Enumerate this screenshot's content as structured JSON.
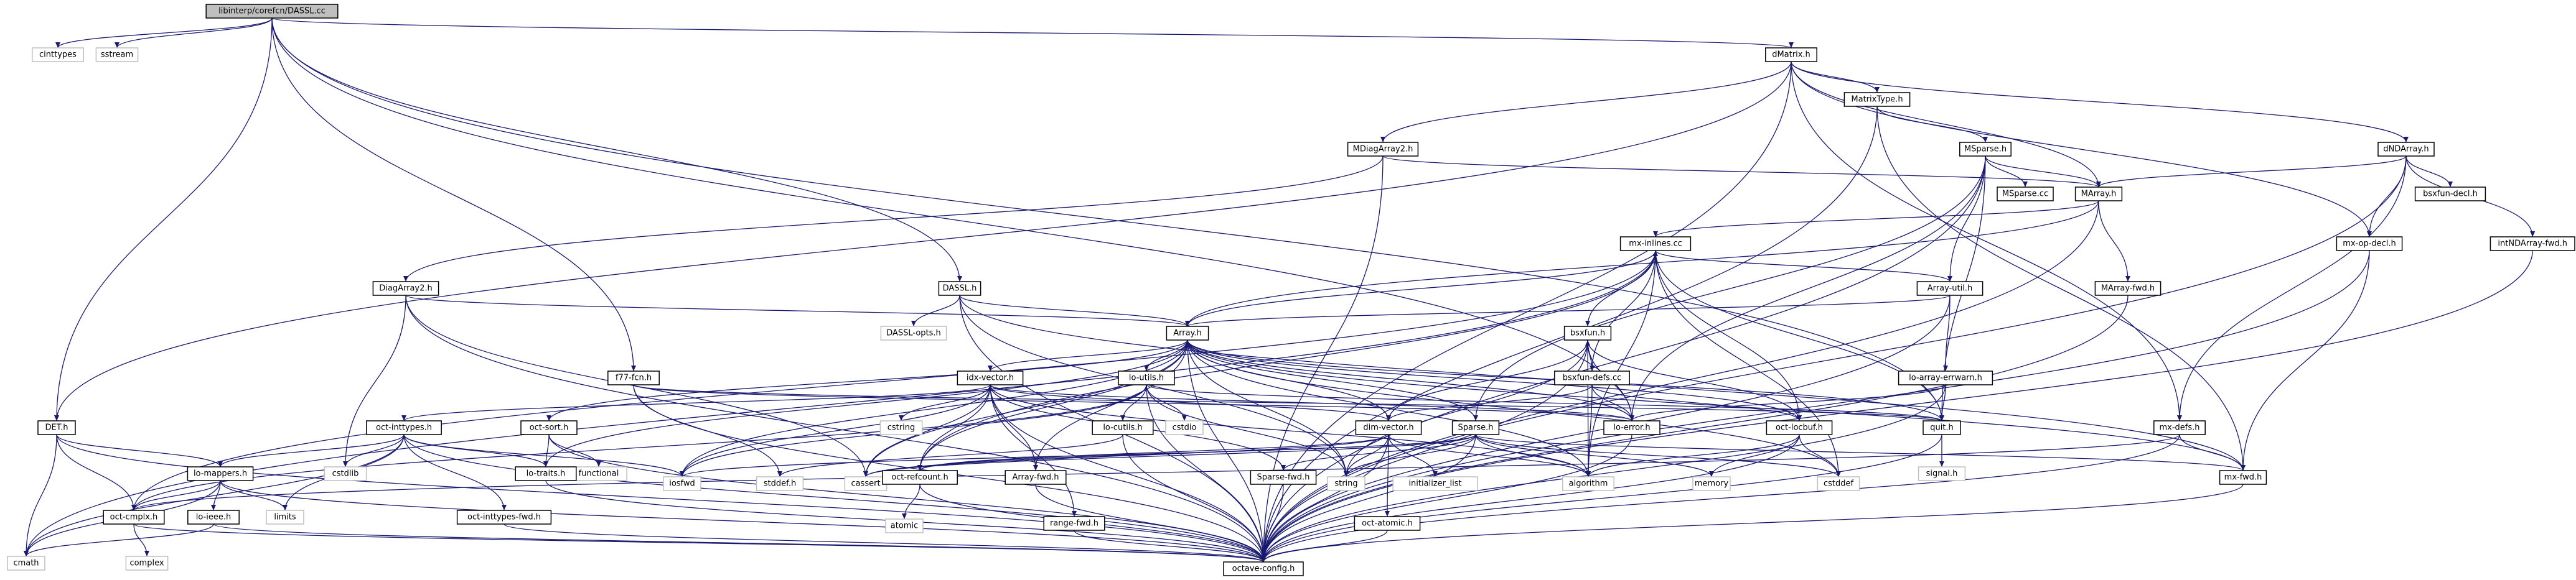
{
  "title": "libinterp/corefcn/DASSL.cc",
  "nodes": [
    {
      "id": "dassl_cc",
      "label": "libinterp/corefcn/DASSL.cc",
      "root": true
    },
    {
      "id": "cinttypes",
      "label": "cinttypes",
      "sys": true
    },
    {
      "id": "sstream",
      "label": "sstream",
      "sys": true
    },
    {
      "id": "dmatrix",
      "label": "dMatrix.h"
    },
    {
      "id": "matrixtype",
      "label": "MatrixType.h"
    },
    {
      "id": "mdiagarray2",
      "label": "MDiagArray2.h"
    },
    {
      "id": "msparse",
      "label": "MSparse.h"
    },
    {
      "id": "dndarray",
      "label": "dNDArray.h"
    },
    {
      "id": "msparse_cc",
      "label": "MSparse.cc"
    },
    {
      "id": "marray",
      "label": "MArray.h"
    },
    {
      "id": "bsxfun_decl",
      "label": "bsxfun-decl.h"
    },
    {
      "id": "mx_inlines",
      "label": "mx-inlines.cc"
    },
    {
      "id": "mx_op_decl",
      "label": "mx-op-decl.h"
    },
    {
      "id": "intndarray_fwd",
      "label": "intNDArray-fwd.h"
    },
    {
      "id": "diagarray2",
      "label": "DiagArray2.h"
    },
    {
      "id": "dassl_h",
      "label": "DASSL.h"
    },
    {
      "id": "array_util",
      "label": "Array-util.h"
    },
    {
      "id": "marray_fwd",
      "label": "MArray-fwd.h"
    },
    {
      "id": "dassl_opts",
      "label": "DASSL-opts.h",
      "sys": true
    },
    {
      "id": "array_h",
      "label": "Array.h"
    },
    {
      "id": "bsxfun",
      "label": "bsxfun.h"
    },
    {
      "id": "f77_fcn",
      "label": "f77-fcn.h"
    },
    {
      "id": "idx_vector",
      "label": "idx-vector.h"
    },
    {
      "id": "lo_utils",
      "label": "lo-utils.h"
    },
    {
      "id": "bsxfun_defs",
      "label": "bsxfun-defs.cc"
    },
    {
      "id": "lo_array_errwarn",
      "label": "lo-array-errwarn.h"
    },
    {
      "id": "det",
      "label": "DET.h"
    },
    {
      "id": "oct_inttypes",
      "label": "oct-inttypes.h"
    },
    {
      "id": "oct_sort",
      "label": "oct-sort.h"
    },
    {
      "id": "cstring",
      "label": "cstring",
      "sys": true
    },
    {
      "id": "lo_cutils",
      "label": "lo-cutils.h"
    },
    {
      "id": "cstdio",
      "label": "cstdio",
      "sys": true
    },
    {
      "id": "dim_vector",
      "label": "dim-vector.h"
    },
    {
      "id": "sparse",
      "label": "Sparse.h"
    },
    {
      "id": "lo_error",
      "label": "lo-error.h"
    },
    {
      "id": "oct_locbuf",
      "label": "oct-locbuf.h"
    },
    {
      "id": "quit",
      "label": "quit.h"
    },
    {
      "id": "mx_defs",
      "label": "mx-defs.h"
    },
    {
      "id": "lo_mappers",
      "label": "lo-mappers.h"
    },
    {
      "id": "cstdlib",
      "label": "cstdlib",
      "sys": true
    },
    {
      "id": "functional",
      "label": "functional",
      "sys": true
    },
    {
      "id": "lo_traits",
      "label": "lo-traits.h"
    },
    {
      "id": "iosfwd",
      "label": "iosfwd",
      "sys": true
    },
    {
      "id": "stddef",
      "label": "stddef.h",
      "sys": true
    },
    {
      "id": "cassert",
      "label": "cassert",
      "sys": true
    },
    {
      "id": "oct_refcount",
      "label": "oct-refcount.h"
    },
    {
      "id": "array_fwd",
      "label": "Array-fwd.h"
    },
    {
      "id": "sparse_fwd",
      "label": "Sparse-fwd.h"
    },
    {
      "id": "string",
      "label": "string",
      "sys": true
    },
    {
      "id": "initializer_list",
      "label": "initializer_list",
      "sys": true
    },
    {
      "id": "algorithm",
      "label": "algorithm",
      "sys": true
    },
    {
      "id": "memory",
      "label": "memory",
      "sys": true
    },
    {
      "id": "cstddef",
      "label": "cstddef",
      "sys": true
    },
    {
      "id": "signal",
      "label": "signal.h",
      "sys": true
    },
    {
      "id": "mx_fwd",
      "label": "mx-fwd.h"
    },
    {
      "id": "limits",
      "label": "limits",
      "sys": true
    },
    {
      "id": "oct_cmplx",
      "label": "oct-cmplx.h"
    },
    {
      "id": "lo_ieee",
      "label": "lo-ieee.h"
    },
    {
      "id": "oct_inttypes_fwd",
      "label": "oct-inttypes-fwd.h"
    },
    {
      "id": "atomic",
      "label": "atomic",
      "sys": true
    },
    {
      "id": "oct_atomic",
      "label": "oct-atomic.h"
    },
    {
      "id": "range_fwd",
      "label": "range-fwd.h"
    },
    {
      "id": "cmath",
      "label": "cmath",
      "sys": true
    },
    {
      "id": "complex",
      "label": "complex",
      "sys": true
    },
    {
      "id": "octave_config",
      "label": "octave-config.h"
    }
  ],
  "edges": [
    [
      "dassl_cc",
      "cinttypes"
    ],
    [
      "dassl_cc",
      "sstream"
    ],
    [
      "dassl_cc",
      "dmatrix"
    ],
    [
      "dassl_cc",
      "dassl_h"
    ],
    [
      "dassl_cc",
      "f77_fcn"
    ],
    [
      "dassl_cc",
      "det"
    ],
    [
      "dassl_cc",
      "quit"
    ],
    [
      "dassl_cc",
      "lo_error"
    ],
    [
      "dmatrix",
      "matrixtype"
    ],
    [
      "dmatrix",
      "mdiagarray2"
    ],
    [
      "dmatrix",
      "dndarray"
    ],
    [
      "dmatrix",
      "marray"
    ],
    [
      "dmatrix",
      "mx_defs"
    ],
    [
      "dmatrix",
      "mx_op_decl"
    ],
    [
      "dmatrix",
      "octave_config"
    ],
    [
      "dmatrix",
      "det"
    ],
    [
      "matrixtype",
      "msparse"
    ],
    [
      "matrixtype",
      "mx_fwd"
    ],
    [
      "matrixtype",
      "octave_config"
    ],
    [
      "mdiagarray2",
      "diagarray2"
    ],
    [
      "mdiagarray2",
      "marray"
    ],
    [
      "mdiagarray2",
      "octave_config"
    ],
    [
      "msparse",
      "msparse_cc"
    ],
    [
      "msparse",
      "marray"
    ],
    [
      "msparse",
      "sparse"
    ],
    [
      "msparse",
      "array_util"
    ],
    [
      "msparse",
      "lo_error"
    ],
    [
      "msparse",
      "quit"
    ],
    [
      "msparse",
      "octave_config"
    ],
    [
      "dndarray",
      "marray"
    ],
    [
      "dndarray",
      "bsxfun_decl"
    ],
    [
      "dndarray",
      "mx_op_decl"
    ],
    [
      "dndarray",
      "intndarray_fwd"
    ],
    [
      "dndarray",
      "mx_defs"
    ],
    [
      "dndarray",
      "octave_config"
    ],
    [
      "marray",
      "array_h"
    ],
    [
      "marray",
      "marray_fwd"
    ],
    [
      "marray",
      "mx_inlines"
    ],
    [
      "marray",
      "octave_config"
    ],
    [
      "mx_inlines",
      "array_h"
    ],
    [
      "mx_inlines",
      "array_util"
    ],
    [
      "mx_inlines",
      "bsxfun"
    ],
    [
      "mx_inlines",
      "oct_cmplx"
    ],
    [
      "mx_inlines",
      "oct_locbuf"
    ],
    [
      "mx_inlines",
      "quit"
    ],
    [
      "mx_inlines",
      "algorithm"
    ],
    [
      "mx_inlines",
      "cstddef"
    ],
    [
      "mx_inlines",
      "cmath"
    ],
    [
      "mx_inlines",
      "oct_refcount"
    ],
    [
      "mx_op_decl",
      "mx_fwd"
    ],
    [
      "mx_op_decl",
      "octave_config"
    ],
    [
      "intndarray_fwd",
      "octave_config"
    ],
    [
      "diagarray2",
      "array_h"
    ],
    [
      "diagarray2",
      "cassert"
    ],
    [
      "diagarray2",
      "cstdlib"
    ],
    [
      "diagarray2",
      "octave_config"
    ],
    [
      "dassl_h",
      "dassl_opts"
    ],
    [
      "dassl_h",
      "array_h"
    ],
    [
      "dassl_h",
      "mx_fwd"
    ],
    [
      "dassl_h",
      "string"
    ],
    [
      "dassl_h",
      "octave_config"
    ],
    [
      "array_util",
      "array_h"
    ],
    [
      "array_util",
      "lo_array_errwarn"
    ],
    [
      "array_util",
      "octave_config"
    ],
    [
      "marray_fwd",
      "octave_config"
    ],
    [
      "array_h",
      "idx_vector"
    ],
    [
      "array_h",
      "lo_utils"
    ],
    [
      "array_h",
      "oct_sort"
    ],
    [
      "array_h",
      "dim_vector"
    ],
    [
      "array_h",
      "lo_error"
    ],
    [
      "array_h",
      "quit"
    ],
    [
      "array_h",
      "oct_refcount"
    ],
    [
      "array_h",
      "array_fwd"
    ],
    [
      "array_h",
      "lo_traits"
    ],
    [
      "array_h",
      "cassert"
    ],
    [
      "array_h",
      "iosfwd"
    ],
    [
      "array_h",
      "string"
    ],
    [
      "array_h",
      "algorithm"
    ],
    [
      "array_h",
      "cstddef"
    ],
    [
      "array_h",
      "octave_config"
    ],
    [
      "array_h",
      "mx_fwd"
    ],
    [
      "array_h",
      "oct_locbuf"
    ],
    [
      "bsxfun",
      "bsxfun_defs"
    ],
    [
      "bsxfun",
      "dim_vector"
    ],
    [
      "bsxfun",
      "lo_error"
    ],
    [
      "bsxfun",
      "algorithm"
    ],
    [
      "bsxfun",
      "string"
    ],
    [
      "bsxfun",
      "octave_config"
    ],
    [
      "bsxfun",
      "oct_locbuf"
    ],
    [
      "bsxfun_defs",
      "bsxfun"
    ],
    [
      "bsxfun_defs",
      "dim_vector"
    ],
    [
      "bsxfun_defs",
      "lo_error"
    ],
    [
      "bsxfun_defs",
      "algorithm"
    ],
    [
      "bsxfun_defs",
      "mx_inlines"
    ],
    [
      "bsxfun_defs",
      "oct_locbuf"
    ],
    [
      "f77_fcn",
      "quit"
    ],
    [
      "f77_fcn",
      "lo_error"
    ],
    [
      "f77_fcn",
      "stddef"
    ],
    [
      "f77_fcn",
      "octave_config"
    ],
    [
      "idx_vector",
      "array_fwd"
    ],
    [
      "idx_vector",
      "dim_vector"
    ],
    [
      "idx_vector",
      "oct_inttypes"
    ],
    [
      "idx_vector",
      "oct_refcount"
    ],
    [
      "idx_vector",
      "range_fwd"
    ],
    [
      "idx_vector",
      "sparse_fwd"
    ],
    [
      "idx_vector",
      "cstring"
    ],
    [
      "idx_vector",
      "iosfwd"
    ],
    [
      "idx_vector",
      "cassert"
    ],
    [
      "idx_vector",
      "algorithm"
    ],
    [
      "idx_vector",
      "octave_config"
    ],
    [
      "idx_vector",
      "lo_error"
    ],
    [
      "lo_utils",
      "lo_cutils"
    ],
    [
      "lo_utils",
      "cstdio"
    ],
    [
      "lo_utils",
      "iosfwd"
    ],
    [
      "lo_utils",
      "string"
    ],
    [
      "lo_utils",
      "quit"
    ],
    [
      "lo_utils",
      "oct_cmplx"
    ],
    [
      "lo_utils",
      "octave_config"
    ],
    [
      "lo_array_errwarn",
      "quit"
    ],
    [
      "lo_array_errwarn",
      "lo_error"
    ],
    [
      "lo_array_errwarn",
      "octave_config"
    ],
    [
      "det",
      "oct_cmplx"
    ],
    [
      "det",
      "lo_mappers"
    ],
    [
      "det",
      "cmath"
    ],
    [
      "det",
      "octave_config"
    ],
    [
      "oct_inttypes",
      "lo_mappers"
    ],
    [
      "oct_inttypes",
      "lo_traits"
    ],
    [
      "oct_inttypes",
      "oct_inttypes_fwd"
    ],
    [
      "oct_inttypes",
      "cstdlib"
    ],
    [
      "oct_inttypes",
      "iosfwd"
    ],
    [
      "oct_inttypes",
      "limits"
    ],
    [
      "oct_inttypes",
      "cmath"
    ],
    [
      "oct_inttypes",
      "octave_config"
    ],
    [
      "oct_sort",
      "lo_traits"
    ],
    [
      "oct_sort",
      "functional"
    ],
    [
      "oct_sort",
      "octave_config"
    ],
    [
      "lo_cutils",
      "stddef"
    ],
    [
      "lo_cutils",
      "octave_config"
    ],
    [
      "dim_vector",
      "oct_refcount"
    ],
    [
      "dim_vector",
      "cassert"
    ],
    [
      "dim_vector",
      "string"
    ],
    [
      "dim_vector",
      "algorithm"
    ],
    [
      "dim_vector",
      "initializer_list"
    ],
    [
      "dim_vector",
      "oct_atomic"
    ],
    [
      "dim_vector",
      "octave_config"
    ],
    [
      "sparse",
      "array_h"
    ],
    [
      "sparse",
      "mx_fwd"
    ],
    [
      "sparse",
      "sparse_fwd"
    ],
    [
      "sparse",
      "oct_refcount"
    ],
    [
      "sparse",
      "cassert"
    ],
    [
      "sparse",
      "string"
    ],
    [
      "sparse",
      "algorithm"
    ],
    [
      "sparse",
      "memory"
    ],
    [
      "sparse",
      "cstddef"
    ],
    [
      "sparse",
      "octave_config"
    ],
    [
      "sparse",
      "iosfwd"
    ],
    [
      "lo_error",
      "octave_config"
    ],
    [
      "oct_locbuf",
      "algorithm"
    ],
    [
      "oct_locbuf",
      "memory"
    ],
    [
      "oct_locbuf",
      "cstddef"
    ],
    [
      "oct_locbuf",
      "octave_config"
    ],
    [
      "quit",
      "signal"
    ],
    [
      "quit",
      "octave_config"
    ],
    [
      "mx_defs",
      "mx_fwd"
    ],
    [
      "mx_defs",
      "oct_cmplx"
    ],
    [
      "mx_defs",
      "octave_config"
    ],
    [
      "lo_mappers",
      "oct_cmplx"
    ],
    [
      "lo_mappers",
      "lo_ieee"
    ],
    [
      "lo_mappers",
      "limits"
    ],
    [
      "lo_mappers",
      "cmath"
    ],
    [
      "lo_mappers",
      "octave_config"
    ],
    [
      "lo_traits",
      "octave_config"
    ],
    [
      "oct_refcount",
      "atomic"
    ],
    [
      "oct_refcount",
      "octave_config"
    ],
    [
      "array_fwd",
      "octave_config"
    ],
    [
      "sparse_fwd",
      "octave_config"
    ],
    [
      "mx_fwd",
      "octave_config"
    ],
    [
      "oct_cmplx",
      "complex"
    ],
    [
      "oct_cmplx",
      "octave_config"
    ],
    [
      "lo_ieee",
      "cmath"
    ],
    [
      "lo_ieee",
      "octave_config"
    ],
    [
      "oct_inttypes_fwd",
      "octave_config"
    ],
    [
      "oct_atomic",
      "octave_config"
    ],
    [
      "range_fwd",
      "octave_config"
    ]
  ],
  "colors": {
    "edge": "#191970",
    "node_fill": "#ffffff",
    "root_fill": "#bfbfbf",
    "sys_border": "#bfbfbf",
    "sys_text": "#000000",
    "node_border": "#000000"
  }
}
